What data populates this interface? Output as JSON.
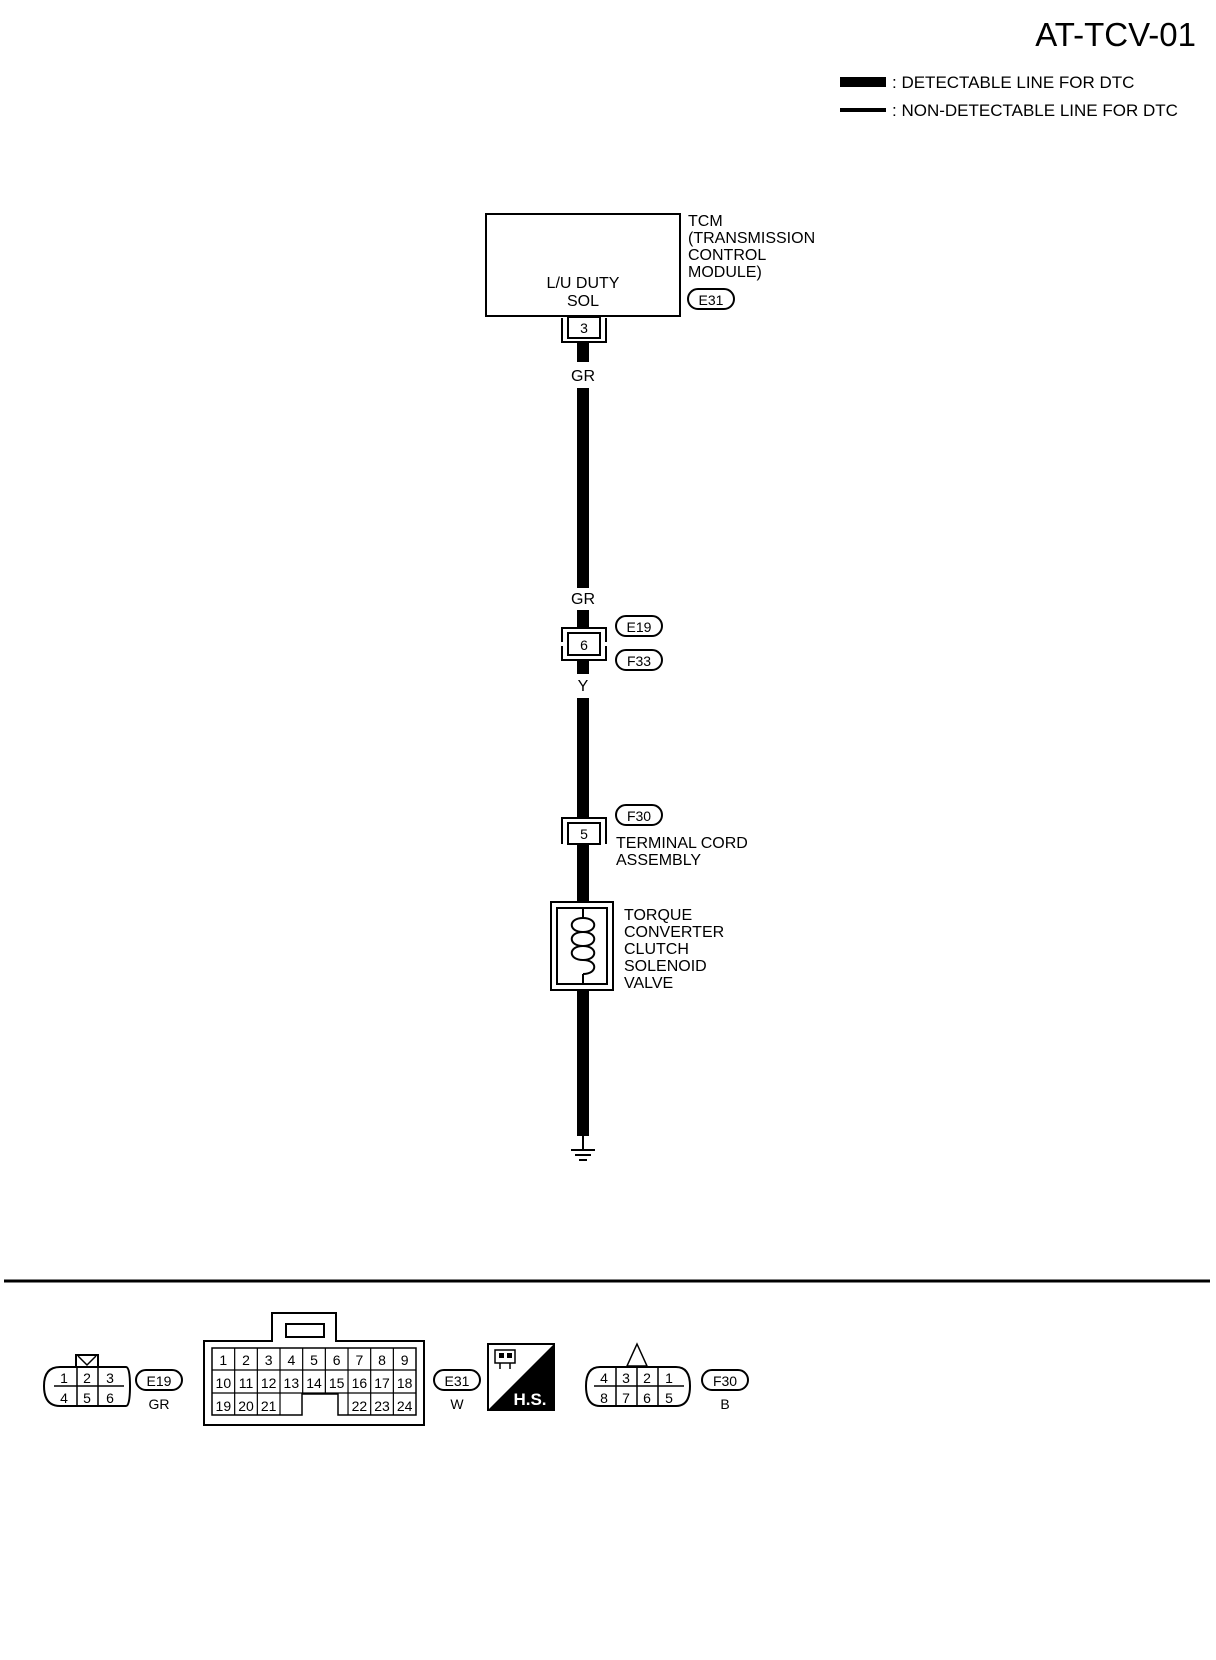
{
  "header": {
    "title": "AT-TCV-01"
  },
  "legend": {
    "detectable": ": DETECTABLE LINE FOR DTC",
    "non_detectable": ": NON-DETECTABLE LINE FOR DTC"
  },
  "tcm": {
    "lines": [
      "TCM",
      "(TRANSMISSION",
      "CONTROL",
      "MODULE)"
    ],
    "function_lines": [
      "L/U DUTY",
      "SOL"
    ],
    "connector": "E31",
    "pin": "3"
  },
  "wire_upper": {
    "color_top": "GR",
    "color_bottom": "GR"
  },
  "junction": {
    "connector_top": "E19",
    "connector_bottom": "F33",
    "pin": "6"
  },
  "wire_lower": {
    "color": "Y"
  },
  "terminal_cord": {
    "connector": "F30",
    "pin": "5",
    "lines": [
      "TERMINAL CORD",
      "ASSEMBLY"
    ]
  },
  "solenoid": {
    "lines": [
      "TORQUE",
      "CONVERTER",
      "CLUTCH",
      "SOLENOID",
      "VALVE"
    ]
  },
  "connectors_face": {
    "e19": {
      "id": "E19",
      "color": "GR",
      "top_row": [
        "1",
        "2",
        "3"
      ],
      "bottom_row": [
        "4",
        "5",
        "6"
      ]
    },
    "e31": {
      "id": "E31",
      "color": "W",
      "row1": [
        "1",
        "2",
        "3",
        "4",
        "5",
        "6",
        "7",
        "8",
        "9"
      ],
      "row2": [
        "10",
        "11",
        "12",
        "13",
        "14",
        "15",
        "16",
        "17",
        "18"
      ],
      "row3_left": [
        "19",
        "20",
        "21"
      ],
      "row3_right": [
        "22",
        "23",
        "24"
      ]
    },
    "hs_badge": {
      "text": "H.S."
    },
    "f30": {
      "id": "F30",
      "color": "B",
      "top_row": [
        "4",
        "3",
        "2",
        "1"
      ],
      "bottom_row": [
        "8",
        "7",
        "6",
        "5"
      ]
    }
  }
}
